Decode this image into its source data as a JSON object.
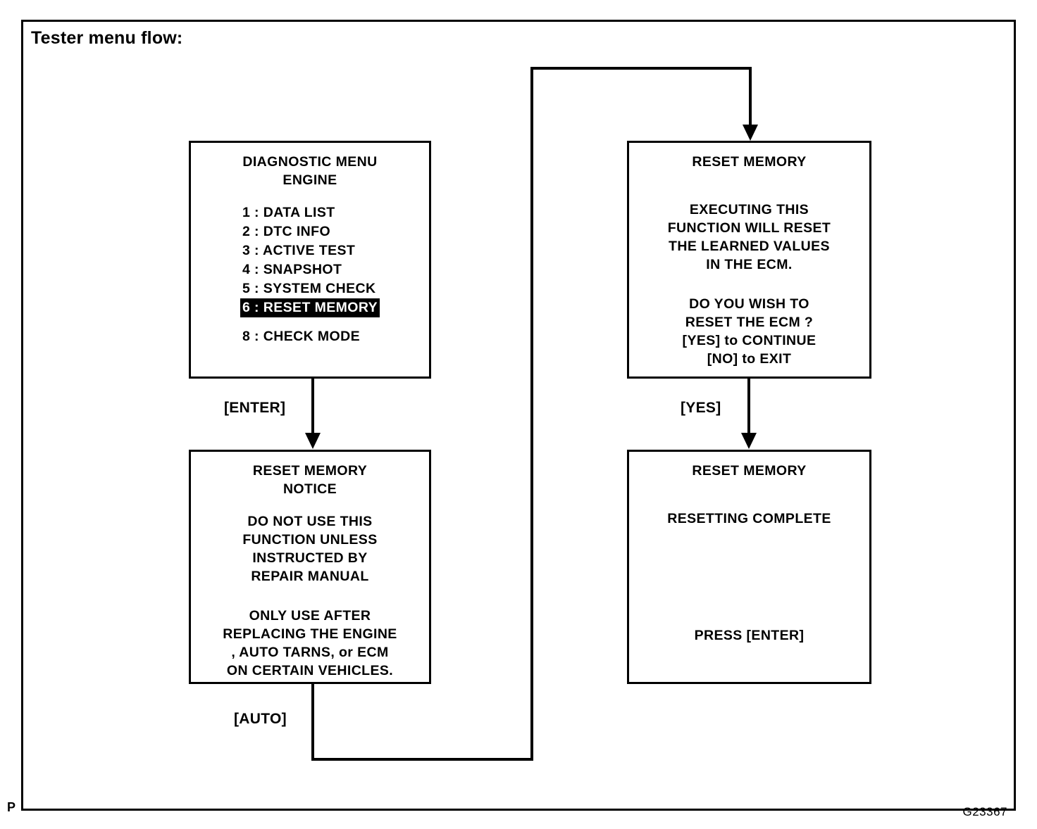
{
  "page": {
    "title": "Tester menu flow:",
    "figure_id": "G23367",
    "corner_mark": "P",
    "ink_color": "#000000",
    "background_color": "#ffffff"
  },
  "screens": {
    "diagnostic_menu": {
      "title_line_1": "DIAGNOSTIC MENU",
      "title_line_2": "ENGINE",
      "items": [
        {
          "label": "1 :  DATA  LIST",
          "selected": false
        },
        {
          "label": "2 :  DTC INFO",
          "selected": false
        },
        {
          "label": "3 :  ACTIVE TEST",
          "selected": false
        },
        {
          "label": "4 :  SNAPSHOT",
          "selected": false
        },
        {
          "label": "5 :  SYSTEM  CHECK",
          "selected": false
        },
        {
          "label": "6 :  RESET  MEMORY",
          "selected": true
        }
      ],
      "trailing_item": {
        "label": "8 :  CHECK  MODE",
        "selected": false
      }
    },
    "reset_notice": {
      "title_line_1": "RESET MEMORY",
      "title_line_2": "NOTICE",
      "warning": [
        "DO NOT USE THIS",
        "FUNCTION UNLESS",
        "INSTRUCTED BY",
        "REPAIR MANUAL"
      ],
      "usage": [
        "ONLY USE AFTER",
        "REPLACING THE ENGINE",
        ", AUTO TARNS, or ECM",
        "ON CERTAIN VEHICLES."
      ]
    },
    "reset_confirm": {
      "title": "RESET MEMORY",
      "body": [
        "EXECUTING THIS",
        "FUNCTION WILL RESET",
        "THE LEARNED VALUES",
        "IN THE ECM."
      ],
      "prompt": [
        "DO YOU WISH TO",
        "RESET THE ECM ?",
        "[YES] to CONTINUE",
        "[NO] to EXIT"
      ]
    },
    "reset_complete": {
      "title": "RESET MEMORY",
      "status": "RESETTING COMPLETE",
      "action": "PRESS [ENTER]"
    }
  },
  "connectors": {
    "enter_label": "[ENTER]",
    "auto_label": "[AUTO]",
    "yes_label": "[YES]"
  }
}
